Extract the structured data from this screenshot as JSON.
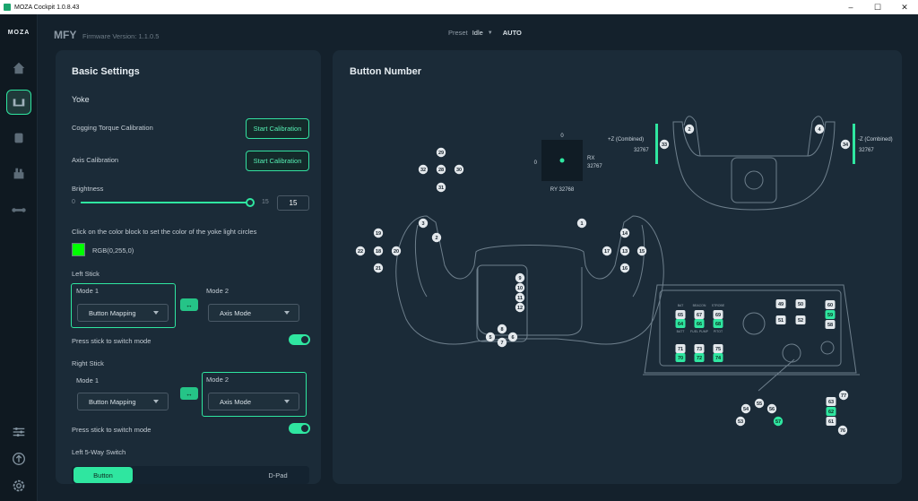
{
  "window": {
    "title": "MOZA Cockpit 1.0.8.43"
  },
  "sidebar": {
    "logo": "MOZA",
    "items": [
      {
        "icon": "home-icon"
      },
      {
        "icon": "yoke-icon"
      },
      {
        "icon": "seat-icon"
      },
      {
        "icon": "throttle-icon"
      },
      {
        "icon": "pedals-icon"
      },
      {
        "icon": "sliders-icon"
      },
      {
        "icon": "upload-icon"
      },
      {
        "icon": "gear-icon"
      }
    ]
  },
  "header": {
    "device": "MFY",
    "firmware": "Firmware Version: 1.1.0.5",
    "preset_label": "Preset",
    "preset_value": "Idle",
    "auto": "AUTO"
  },
  "basic": {
    "title": "Basic Settings",
    "section": "Yoke",
    "cogging_label": "Cogging Torque Calibration",
    "axis_label": "Axis Calibration",
    "start_cal": "Start Calibration",
    "brightness_label": "Brightness",
    "brightness_min": "0",
    "brightness_max": "15",
    "brightness_value": "15",
    "color_hint": "Click on the color block to set the color of the yoke light circles",
    "color_value": "RGB(0,255,0)",
    "color_hex": "#00ff00",
    "left_stick": {
      "title": "Left Stick",
      "mode1": "Mode 1",
      "mode2": "Mode 2",
      "mode1_value": "Button Mapping",
      "mode2_value": "Axis Mode",
      "active": "mode1"
    },
    "press_switch": "Press stick to switch mode",
    "right_stick": {
      "title": "Right Stick",
      "mode1": "Mode 1",
      "mode2": "Mode 2",
      "mode1_value": "Button Mapping",
      "mode2_value": "Axis Mode",
      "active": "mode2"
    },
    "five_way": {
      "title": "Left 5-Way Switch",
      "options": [
        "Button",
        "D-Pad"
      ],
      "selected": "Button"
    }
  },
  "buttons": {
    "title": "Button Number",
    "left_hat": {
      "up": "29",
      "down": "31",
      "left": "32",
      "right": "30",
      "center": "28"
    },
    "rx_label": "RX",
    "rx_value": "32767",
    "ry_label": "RY 32768",
    "grid_top": "0",
    "grid_left": "0",
    "left_grip": [
      "3",
      "2"
    ],
    "left_stick": {
      "up": "19",
      "down": "21",
      "left": "22",
      "center": "18",
      "right": "20"
    },
    "right_grip": [
      "1"
    ],
    "right_stick": {
      "up": "14",
      "down": "16",
      "left": "17",
      "center": "13",
      "right": "15"
    },
    "center_column": [
      "9",
      "10",
      "11",
      "12"
    ],
    "bottom_cluster": [
      "5",
      "6",
      "7",
      "8"
    ],
    "top_view": {
      "left_label": "+Z (Combined)",
      "left_value": "32767",
      "left_btn": "33",
      "left_top": "2",
      "right_label": "-Z (Combined)",
      "right_value": "32767",
      "right_btn": "34",
      "right_top": "4"
    },
    "front_panel": {
      "row1": [
        "65",
        "67",
        "69"
      ],
      "row2": [
        "64",
        "66",
        "68"
      ],
      "row3": [
        "71",
        "73",
        "75"
      ],
      "row4": [
        "70",
        "72",
        "74"
      ],
      "right_a": [
        "49",
        "50",
        "51",
        "52"
      ],
      "right_b": [
        "60",
        "59",
        "58"
      ],
      "right_b_active": [
        "59"
      ],
      "active": [
        "64",
        "66",
        "68",
        "70",
        "72",
        "74"
      ],
      "small_labels": [
        "BAT",
        "BEACON",
        "STROBE",
        "BATT",
        "FUEL PUMP",
        "PITOT"
      ]
    },
    "lower_hat": {
      "up": "55",
      "left": "54",
      "right": "56",
      "left2": "53",
      "right2": "57"
    },
    "lower_stack": [
      "77",
      "63",
      "62",
      "61",
      "76"
    ],
    "lower_stack_active": [
      "62"
    ]
  },
  "colors": {
    "accent": "#2fe6a0",
    "panel": "#1b2b38",
    "bg": "#14212c"
  }
}
